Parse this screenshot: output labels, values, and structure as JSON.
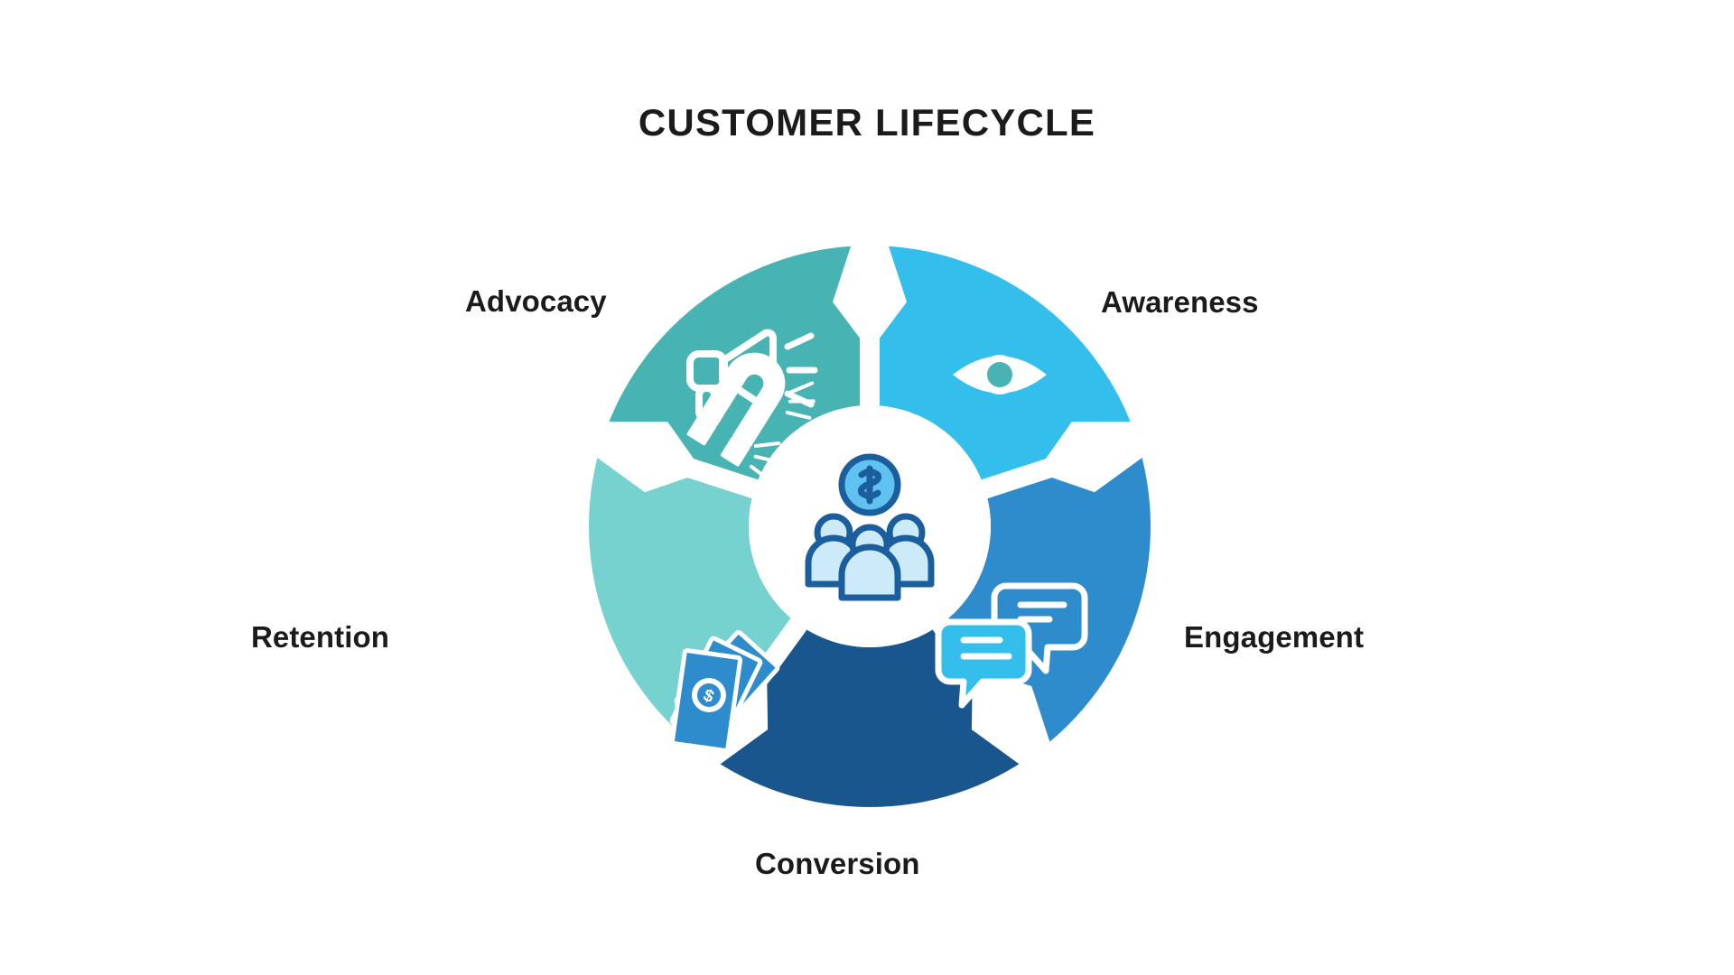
{
  "page": {
    "title": "CUSTOMER LIFECYCLE",
    "background_color": "#FFFFFF",
    "title_color": "#1B1B1B"
  },
  "center": {
    "icon": "customers-with-dollar-coin-icon",
    "icon_fill_light": "#CDEAF9",
    "icon_fill_mid": "#5FC2F0",
    "icon_stroke": "#1B5E9E",
    "background": "#FFFFFF"
  },
  "diagram": {
    "type": "donut-cycle",
    "segment_count": 5,
    "separator_style": "chevron-notch",
    "rotation_direction": "clockwise",
    "outer_radius": 311,
    "inner_radius": 130
  },
  "segments": [
    {
      "id": "awareness",
      "label": "Awareness",
      "color": "#47B3B2",
      "icon": "eye-icon",
      "order": 1,
      "start_angle": -72,
      "end_angle": 0,
      "label_position": "right-top"
    },
    {
      "id": "engagement",
      "label": "Engagement",
      "color": "#34BEEC",
      "icon": "chat-bubbles-icon",
      "order": 2,
      "start_angle": 0,
      "end_angle": 72,
      "label_position": "right-bottom"
    },
    {
      "id": "conversion",
      "label": "Conversion",
      "color": "#2E8BCC",
      "icon": "banknotes-dollar-icon",
      "order": 3,
      "start_angle": 72,
      "end_angle": 144,
      "label_position": "bottom"
    },
    {
      "id": "retention",
      "label": "Retention",
      "color": "#1A568E",
      "icon": "horseshoe-magnet-icon",
      "order": 4,
      "start_angle": 144,
      "end_angle": 216,
      "label_position": "left-bottom"
    },
    {
      "id": "advocacy",
      "label": "Advocacy",
      "color": "#76D2CE",
      "icon": "megaphone-icon",
      "order": 5,
      "start_angle": 216,
      "end_angle": 288,
      "label_position": "left-top"
    }
  ],
  "chart_data": {
    "type": "pie",
    "title": "CUSTOMER LIFECYCLE",
    "categories": [
      "Awareness",
      "Engagement",
      "Conversion",
      "Retention",
      "Advocacy"
    ],
    "values": [
      20,
      20,
      20,
      20,
      20
    ],
    "colors": [
      "#47B3B2",
      "#34BEEC",
      "#2E8BCC",
      "#1A568E",
      "#76D2CE"
    ],
    "legend": "labels-outside",
    "grid": false
  }
}
